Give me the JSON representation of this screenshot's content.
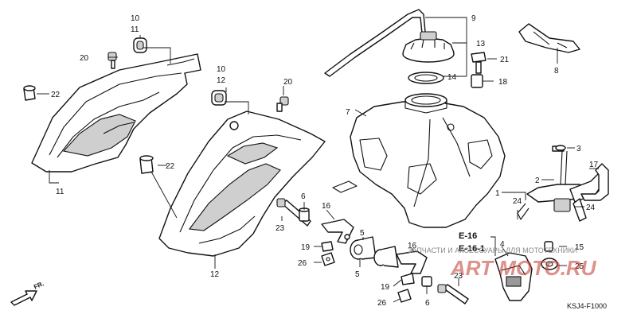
{
  "diagram": {
    "callouts": {
      "c10a": "10",
      "c11a": "11",
      "c20a": "20",
      "c22a": "22",
      "c11b": "11",
      "c10b": "10",
      "c12a": "12",
      "c20b": "20",
      "c22b": "22",
      "c12b": "12",
      "c9": "9",
      "c13": "13",
      "c14": "14",
      "c21": "21",
      "c18": "18",
      "c8": "8",
      "c7": "7",
      "c3": "3",
      "c17": "17",
      "c2": "2",
      "c1": "1",
      "c24a": "24",
      "c24b": "24",
      "c6a": "6",
      "c16a": "16",
      "c23a": "23",
      "c19a": "19",
      "c26a": "26",
      "c5a": "5",
      "c5b": "5",
      "c16b": "16",
      "c19b": "19",
      "c26b": "26",
      "c6b": "6",
      "c23b": "23",
      "c4": "4",
      "c15": "15",
      "c25": "25"
    },
    "refs": {
      "e16": "E-16",
      "e161": "E-16-1"
    },
    "direction_label": "FR.",
    "diagram_code": "KSJ4-F1000",
    "watermark_text": "ЗАПЧАСТИ И АКСЕССУАРЫ ДЛЯ МОТОТЕХНИКИ",
    "watermark_logo": "ART MOTO.RU"
  }
}
